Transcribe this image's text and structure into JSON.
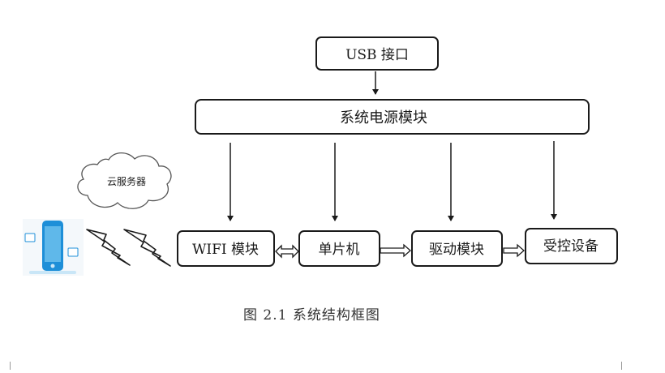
{
  "diagram": {
    "nodes": {
      "usb": "USB 接口",
      "power": "系统电源模块",
      "wifi": "WIFI 模块",
      "mcu": "单片机",
      "driver": "驱动模块",
      "device": "受控设备",
      "cloud": "云服务器"
    },
    "caption": "图 2.1  系统结构框图",
    "colors": {
      "stroke": "#1a1a1a",
      "phone_body": "#1e8fd8",
      "phone_screen": "#5fb8ea",
      "phone_base": "#c9e6f7",
      "cloud_stroke": "#555555"
    }
  }
}
